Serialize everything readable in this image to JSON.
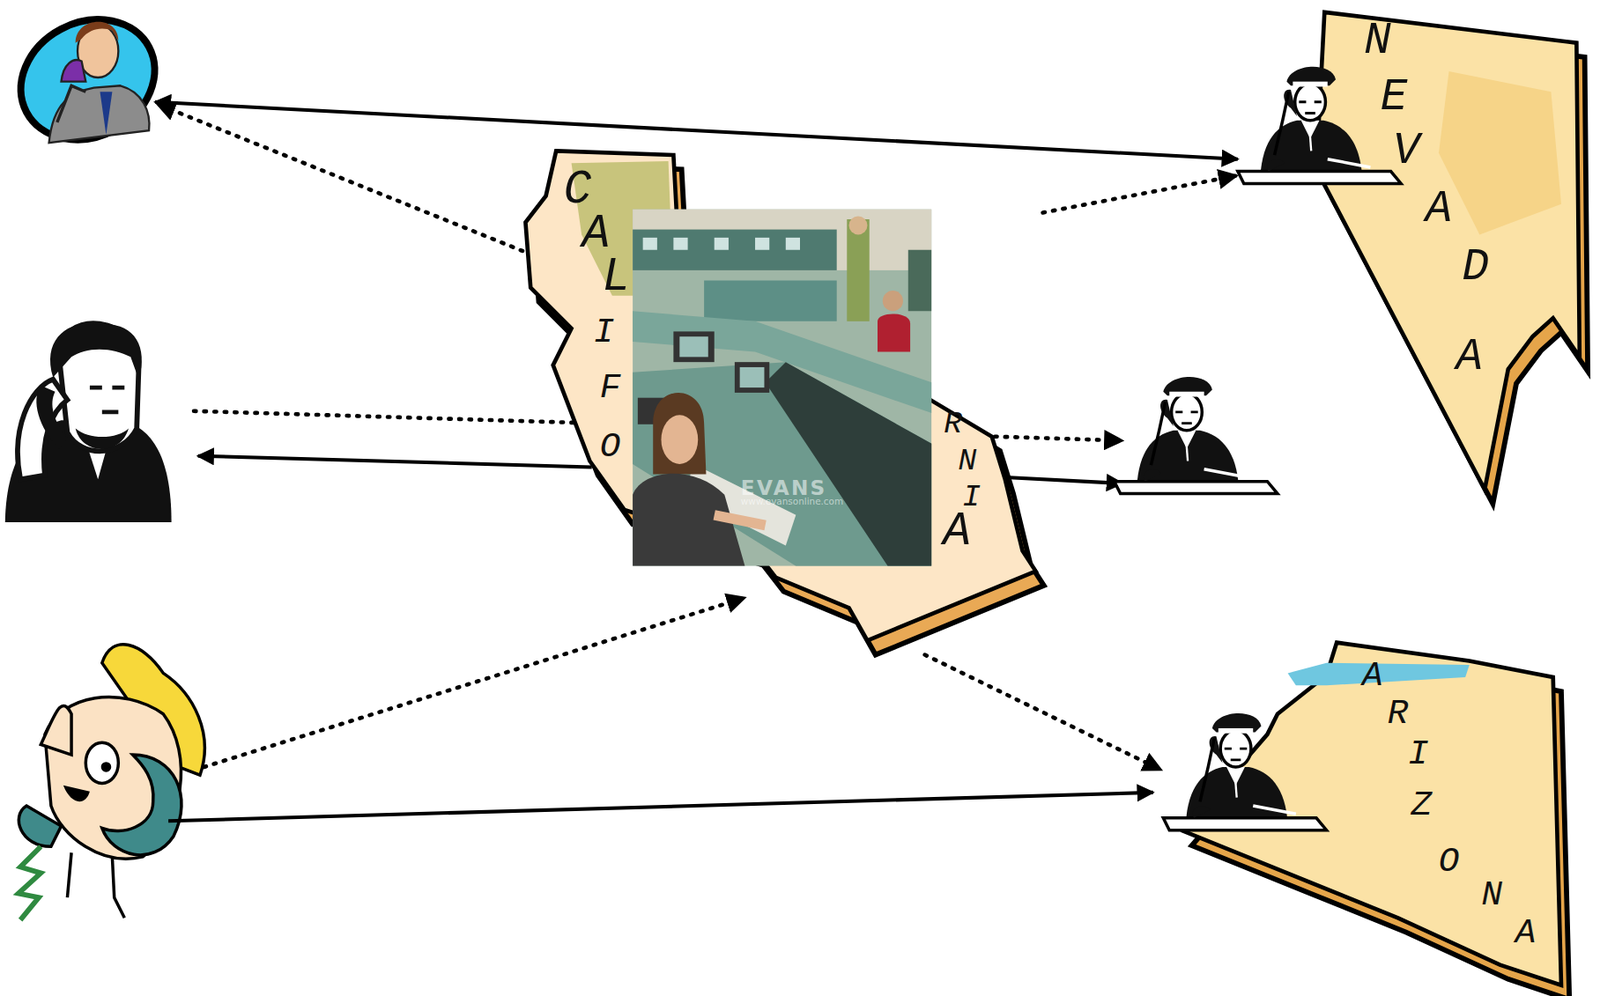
{
  "diagram": {
    "nodes": [
      {
        "text": [
          "CALIFORNIA"
        ]
      },
      {
        "text": [
          "NEVADA"
        ]
      },
      {
        "text": [
          "ARIZONA"
        ]
      }
    ],
    "edges": [
      {
        "from": 0,
        "to": 1,
        "arrow": "to"
      },
      {
        "from": 0,
        "to": 2,
        "arrow": "to"
      }
    ],
    "labels": [
      "EVANS",
      "www.evansonline.com"
    ]
  }
}
